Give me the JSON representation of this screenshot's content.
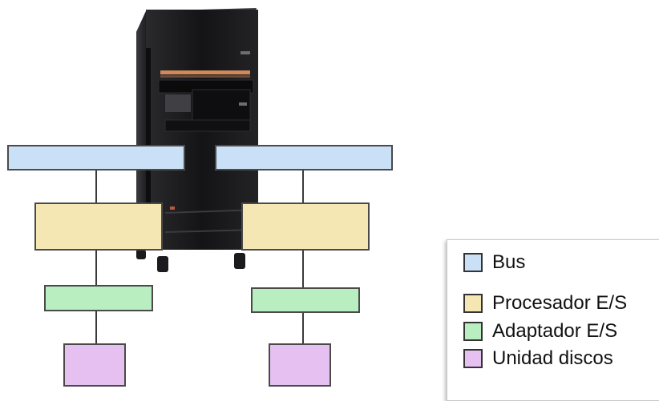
{
  "colors": {
    "bus": "#c9e0f7",
    "iop": "#f4e7b3",
    "ioa": "#b9eec0",
    "disk": "#e7c0f2",
    "connector": "#3a3a3a",
    "server_body": "#1c1c1e"
  },
  "legend": {
    "items": [
      {
        "label": "Bus",
        "color": "#c9e0f7"
      },
      {
        "label": "Procesador E/S",
        "color": "#f4e7b3"
      },
      {
        "label": "Adaptador E/S",
        "color": "#b9eec0"
      },
      {
        "label": "Unidad discos",
        "color": "#e7c0f2"
      }
    ]
  },
  "server": {
    "icon": "server-tower-icon"
  }
}
